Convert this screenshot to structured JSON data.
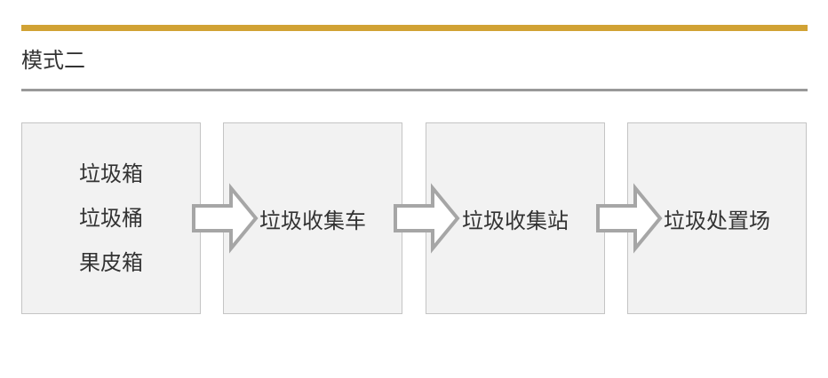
{
  "title": "模式二",
  "colors": {
    "gold": "#d1a234",
    "rule": "#999999",
    "box_fill": "#f2f2f2",
    "arrow_fill": "#ffffff",
    "arrow_stroke": "#a6a6a6"
  },
  "stages": [
    {
      "lines": [
        "垃圾箱",
        "垃圾桶",
        "果皮箱"
      ]
    },
    {
      "label": "垃圾收集车"
    },
    {
      "label": "垃圾收集站"
    },
    {
      "label": "垃圾处置场"
    }
  ]
}
